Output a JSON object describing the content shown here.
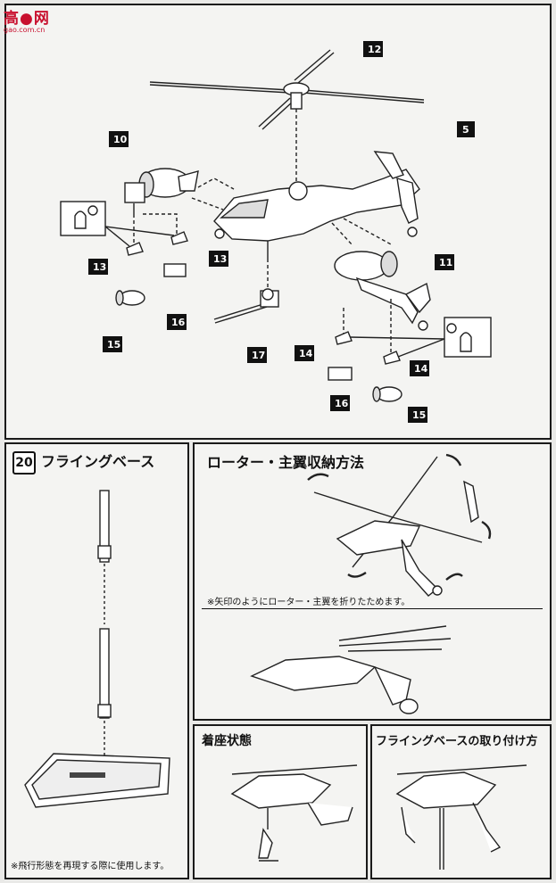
{
  "watermark": {
    "top": "高●网",
    "bottom": "gao.com.cn"
  },
  "part_labels": [
    "12",
    "10",
    "5",
    "13",
    "13",
    "11",
    "16",
    "15",
    "17",
    "14",
    "14",
    "16",
    "15"
  ],
  "flying_base": {
    "step": "20",
    "title": "フライングベース",
    "note": "※飛行形態を再現する際に使用します。"
  },
  "rotor_fold": {
    "title": "ローター・主翼収納方法",
    "note": "※矢印のようにローター・主翼を折りたためます。"
  },
  "landing": {
    "title": "着座状態"
  },
  "attach": {
    "title": "フライングベースの取り付け方"
  }
}
